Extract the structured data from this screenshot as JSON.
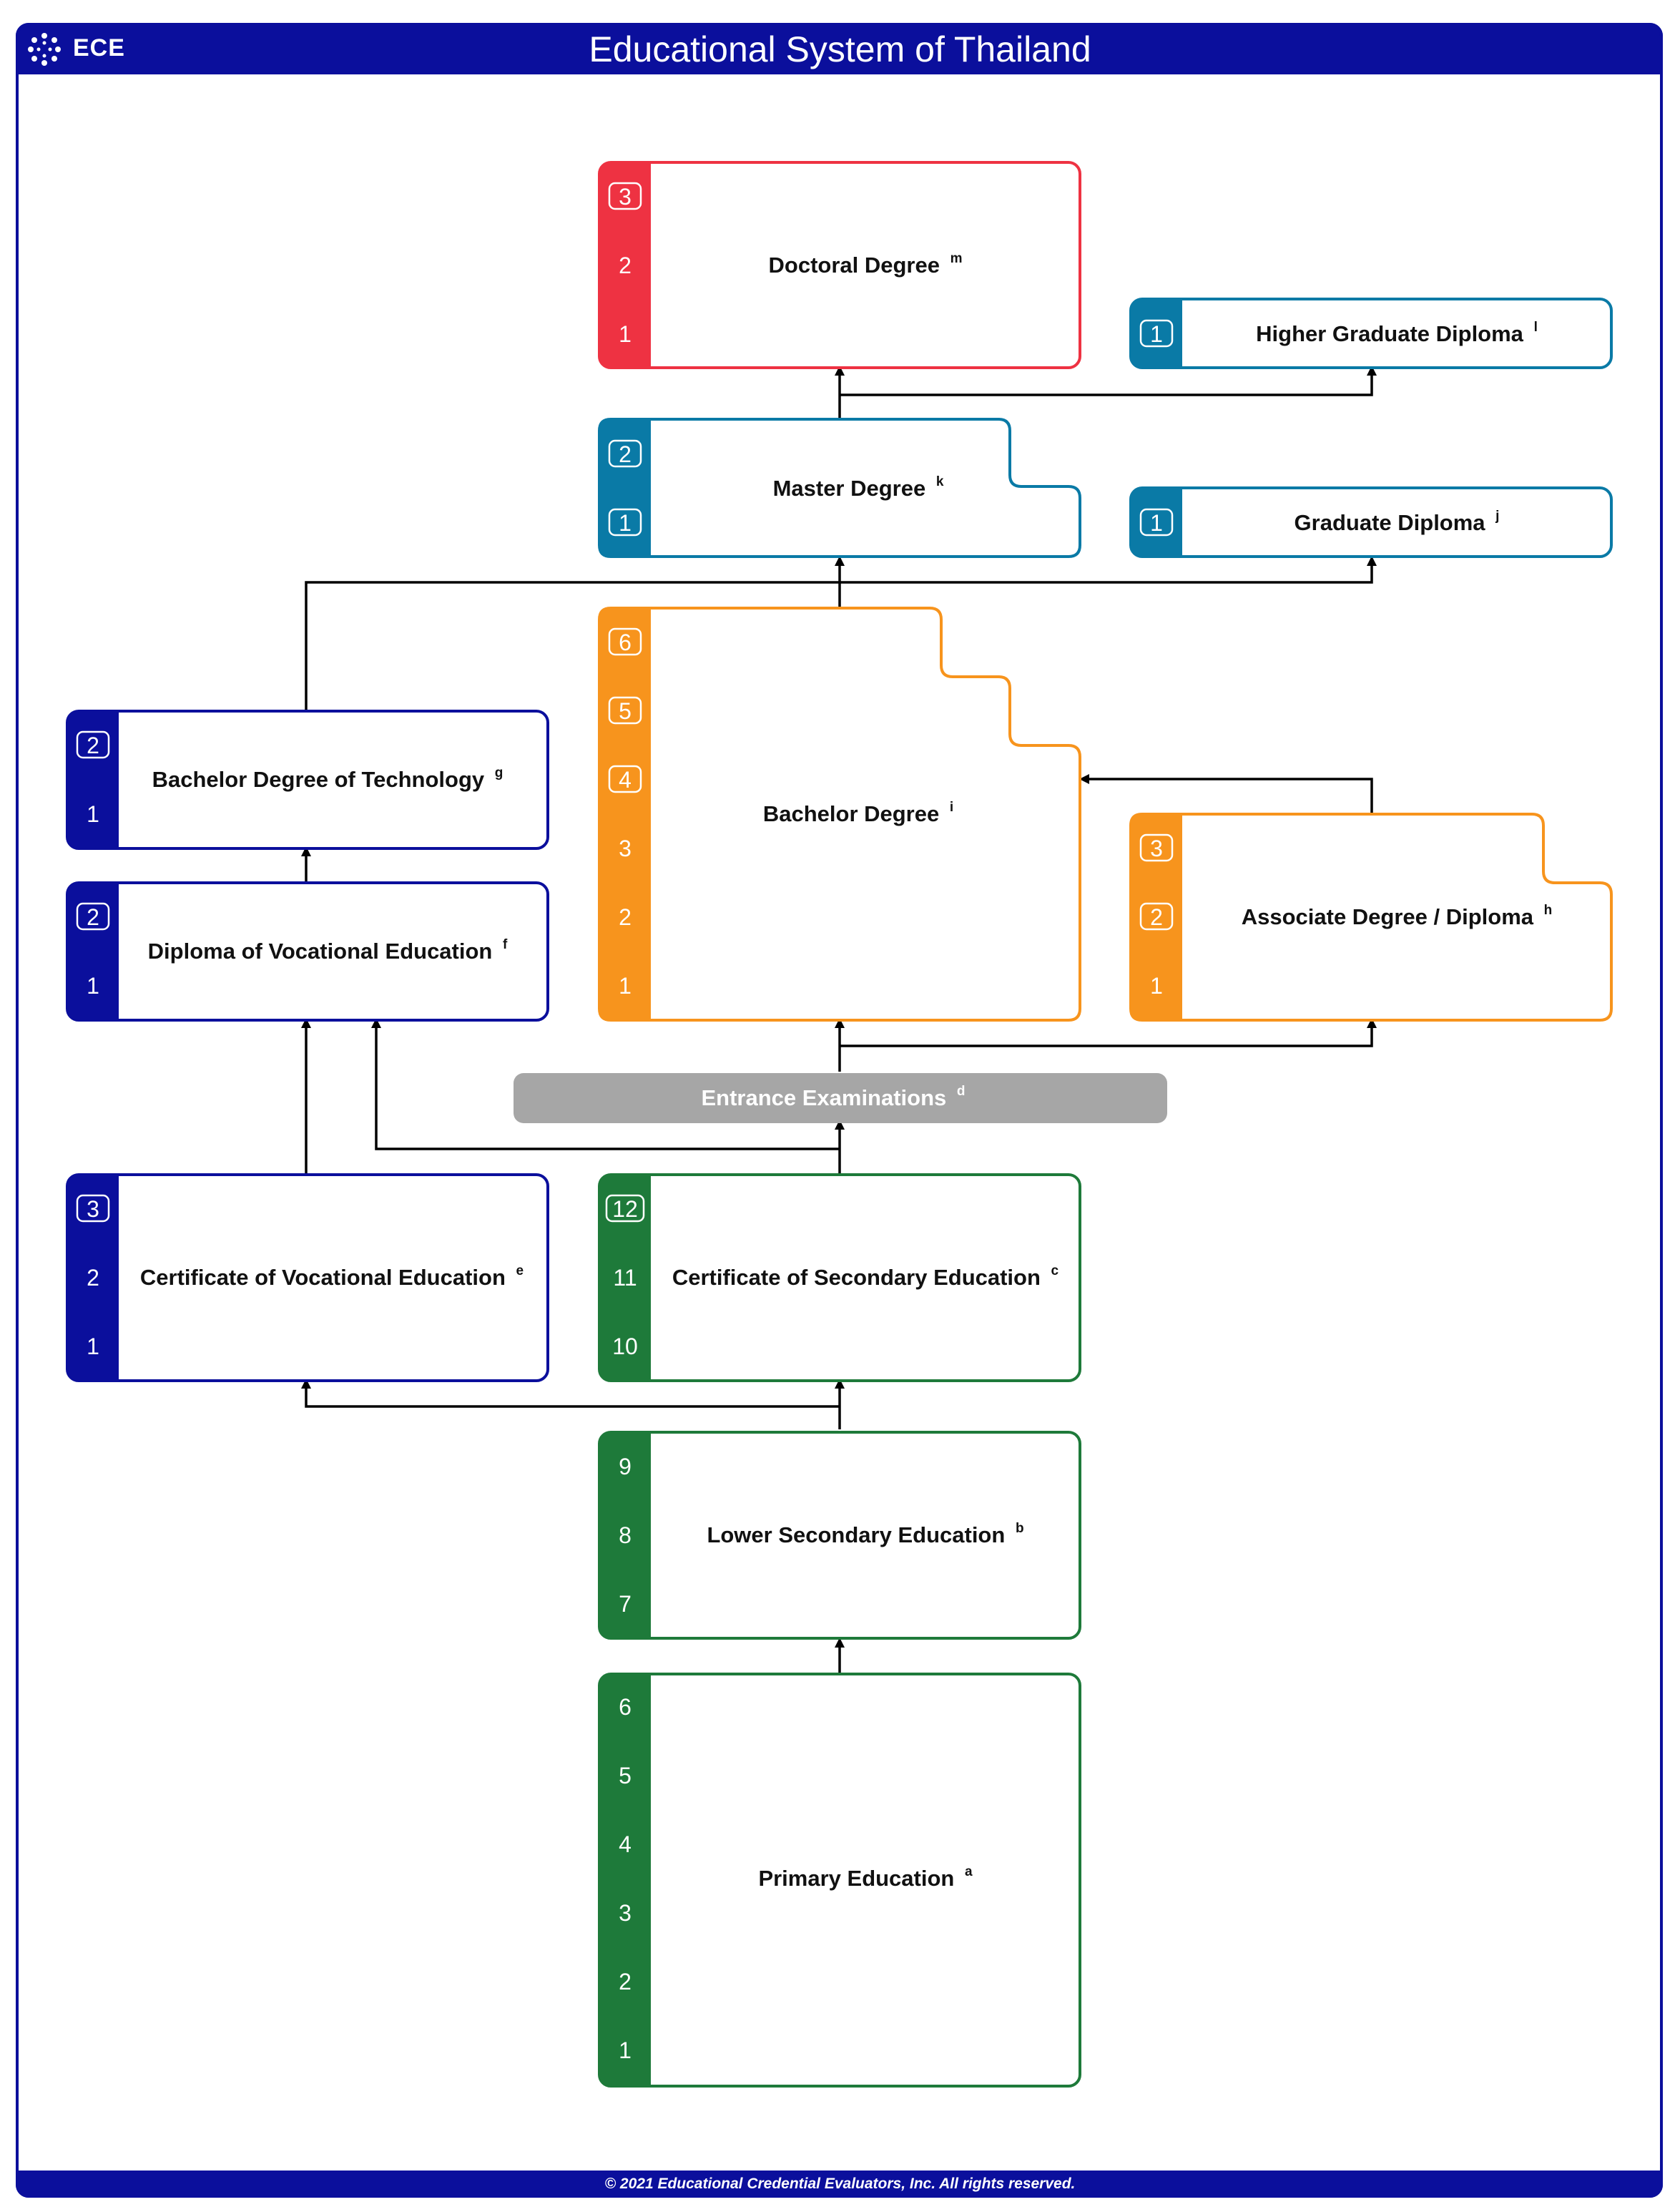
{
  "header": {
    "title": "Educational System of Thailand",
    "logo_text": "ECE"
  },
  "footer": {
    "copyright": "© 2021 Educational Credential Evaluators, Inc. All rights reserved."
  },
  "colors": {
    "navy": "#0b0f9c",
    "red": "#ee3242",
    "teal": "#0a7aa6",
    "orange": "#f7941d",
    "green": "#1e7a3a",
    "gray": "#a6a6a6"
  },
  "boxes": {
    "doctoral": {
      "label": "Doctoral Degree",
      "note": "m",
      "years": [
        "3",
        "2",
        "1"
      ]
    },
    "higher_grad_diploma": {
      "label": "Higher Graduate Diploma",
      "note": "l",
      "years": [
        "1"
      ]
    },
    "master": {
      "label": "Master Degree",
      "note": "k",
      "years": [
        "2",
        "1"
      ]
    },
    "grad_diploma": {
      "label": "Graduate Diploma",
      "note": "j",
      "years": [
        "1"
      ]
    },
    "bachelor": {
      "label": "Bachelor Degree",
      "note": "i",
      "years": [
        "6",
        "5",
        "4",
        "3",
        "2",
        "1"
      ]
    },
    "associate": {
      "label": "Associate Degree / Diploma",
      "note": "h",
      "years": [
        "3",
        "2",
        "1"
      ]
    },
    "bachelor_tech": {
      "label": "Bachelor Degree of Technology",
      "note": "g",
      "years": [
        "2",
        "1"
      ]
    },
    "diploma_voc": {
      "label": "Diploma of Vocational Education",
      "note": "f",
      "years": [
        "2",
        "1"
      ]
    },
    "entrance": {
      "label": "Entrance Examinations",
      "note": "d"
    },
    "cert_voc": {
      "label": "Certificate of Vocational Education",
      "note": "e",
      "years": [
        "3",
        "2",
        "1"
      ]
    },
    "cert_sec": {
      "label": "Certificate of Secondary Education",
      "note": "c",
      "years": [
        "12",
        "11",
        "10"
      ]
    },
    "lower_sec": {
      "label": "Lower Secondary Education",
      "note": "b",
      "years": [
        "9",
        "8",
        "7"
      ]
    },
    "primary": {
      "label": "Primary Education",
      "note": "a",
      "years": [
        "6",
        "5",
        "4",
        "3",
        "2",
        "1"
      ]
    }
  }
}
